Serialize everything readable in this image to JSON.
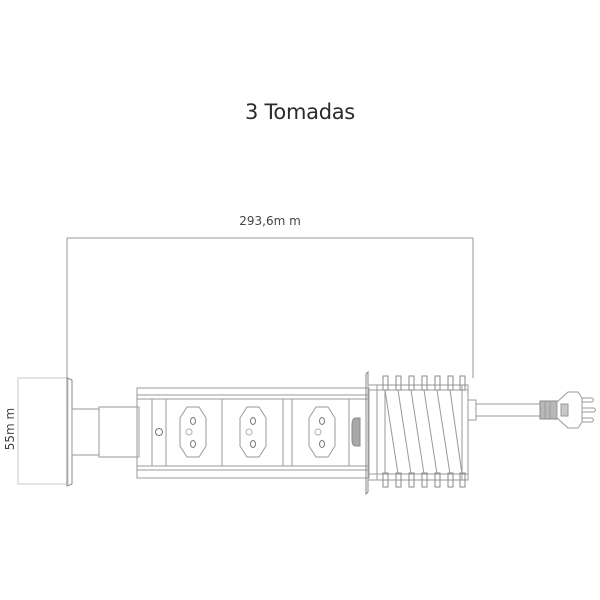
{
  "diagram": {
    "title": "3 Tomadas",
    "dimensions": {
      "width_label": "293,6m  m",
      "height_label": "55m m"
    },
    "outlets_count": 3,
    "components": [
      "mounting-flange",
      "collar",
      "outlet-column",
      "outlet-1",
      "outlet-2",
      "outlet-3",
      "top-cap-with-spring",
      "power-cord",
      "plug"
    ],
    "colors": {
      "line": "#9a9a9a",
      "line_dark": "#7a7a7a",
      "text": "#2b2b2b",
      "background": "#ffffff"
    }
  }
}
